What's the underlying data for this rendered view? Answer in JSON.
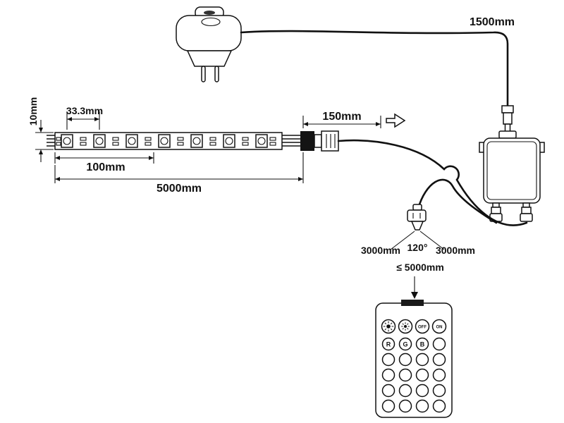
{
  "diagram": {
    "labels": {
      "power_cable": "1500mm",
      "strip_height": "10mm",
      "led_pitch": "33.3mm",
      "cut_segment": "100mm",
      "strip_length": "5000mm",
      "connector_cable": "150mm",
      "ir_cable_left": "3000mm",
      "ir_angle": "120°",
      "ir_cable_right": "3000mm",
      "remote_range": "≤ 5000mm"
    },
    "remote": {
      "top_buttons": [
        {
          "name": "brightness-up",
          "label": ""
        },
        {
          "name": "brightness-down",
          "label": ""
        },
        {
          "name": "off",
          "label": "OFF"
        },
        {
          "name": "on",
          "label": "ON"
        }
      ],
      "color_row": [
        "R",
        "G",
        "B",
        ""
      ],
      "plain_rows": 4,
      "columns": 4
    }
  }
}
